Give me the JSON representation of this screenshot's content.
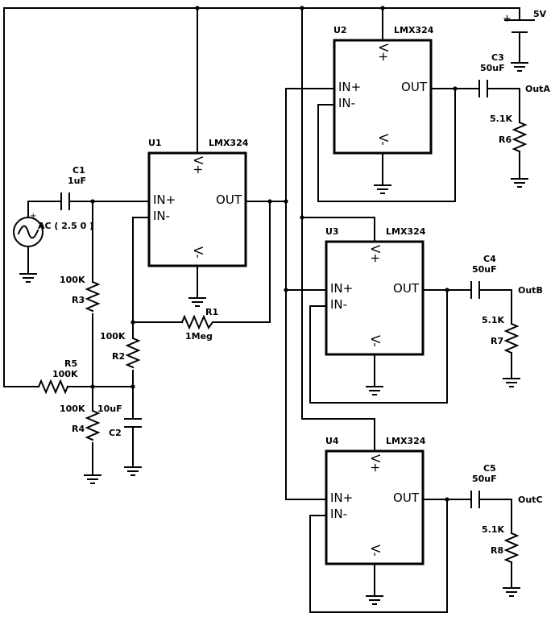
{
  "supply": {
    "plus": "+",
    "label": "5V"
  },
  "source": {
    "plus": "+",
    "label": "AC ( 2.5 0 )"
  },
  "opamps": [
    {
      "ref": "U1",
      "part": "LMX324",
      "in_plus": "IN+",
      "in_minus": "IN-",
      "out": "OUT",
      "vplus": "V+",
      "vminus": "V-"
    },
    {
      "ref": "U2",
      "part": "LMX324",
      "in_plus": "IN+",
      "in_minus": "IN-",
      "out": "OUT",
      "vplus": "V+",
      "vminus": "V-"
    },
    {
      "ref": "U3",
      "part": "LMX324",
      "in_plus": "IN+",
      "in_minus": "IN-",
      "out": "OUT",
      "vplus": "V+",
      "vminus": "V-"
    },
    {
      "ref": "U4",
      "part": "LMX324",
      "in_plus": "IN+",
      "in_minus": "IN-",
      "out": "OUT",
      "vplus": "V+",
      "vminus": "V-"
    }
  ],
  "resistors": [
    {
      "ref": "R1",
      "value": "1Meg"
    },
    {
      "ref": "R2",
      "value": "100K"
    },
    {
      "ref": "R3",
      "value": "100K"
    },
    {
      "ref": "R4",
      "value": "100K"
    },
    {
      "ref": "R5",
      "value": "100K"
    },
    {
      "ref": "R6",
      "value": "5.1K"
    },
    {
      "ref": "R7",
      "value": "5.1K"
    },
    {
      "ref": "R8",
      "value": "5.1K"
    }
  ],
  "capacitors": [
    {
      "ref": "C1",
      "value": "1uF"
    },
    {
      "ref": "C2",
      "value": "10uF"
    },
    {
      "ref": "C3",
      "value": "50uF"
    },
    {
      "ref": "C4",
      "value": "50uF"
    },
    {
      "ref": "C5",
      "value": "50uF"
    }
  ],
  "outputs": [
    "OutA",
    "OutB",
    "OutC"
  ]
}
